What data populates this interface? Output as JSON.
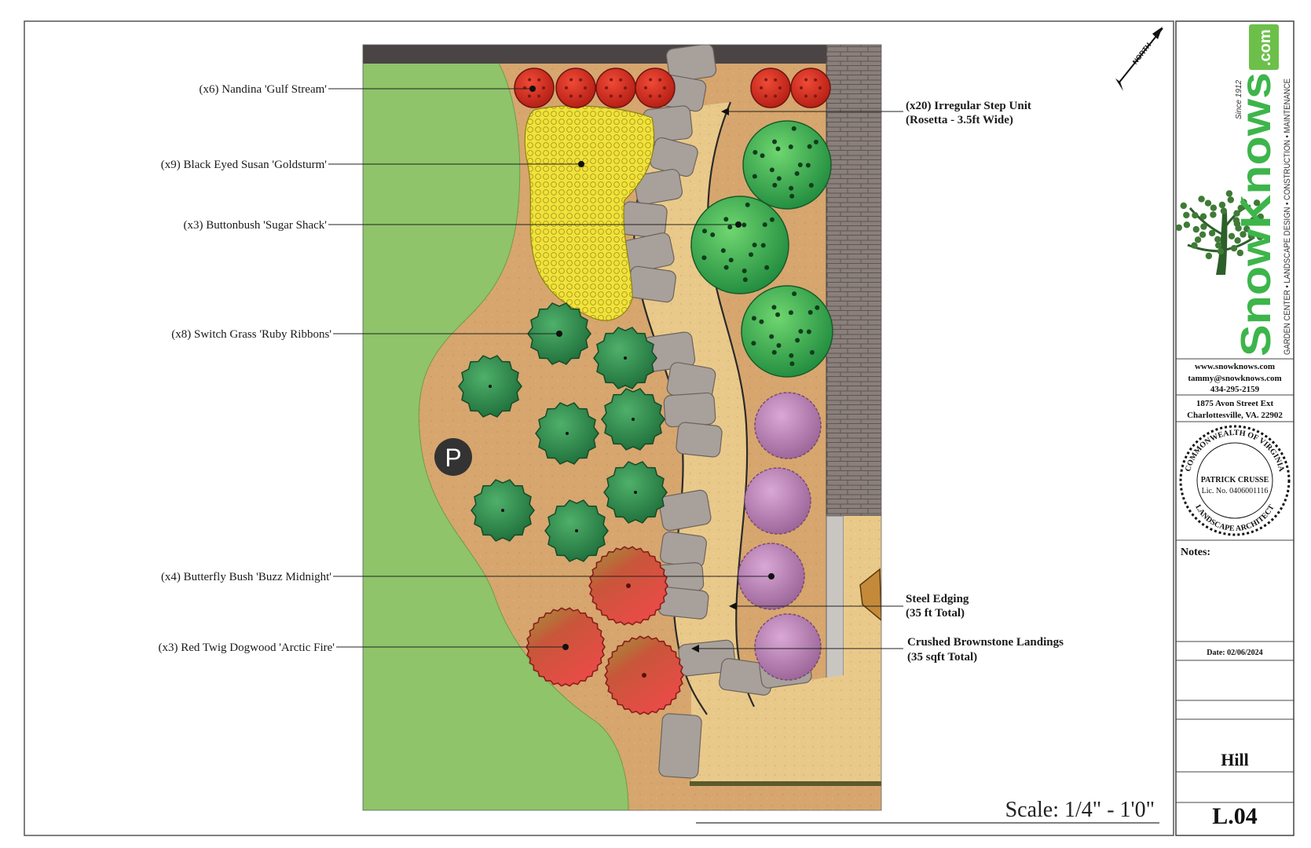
{
  "plan": {
    "north_label": "NORTH",
    "parking_symbol": "P",
    "scale": "Scale: 1/4\" - 1'0\"",
    "callouts_left": [
      {
        "text": "(x6) Nandina 'Gulf Stream'"
      },
      {
        "text": "(x9) Black Eyed Susan 'Goldsturm'"
      },
      {
        "text": "(x3) Buttonbush 'Sugar Shack'"
      },
      {
        "text": "(x8) Switch Grass 'Ruby Ribbons'"
      },
      {
        "text": "(x4) Butterfly Bush 'Buzz Midnight'"
      },
      {
        "text": "(x3) Red Twig Dogwood 'Arctic Fire'"
      }
    ],
    "callouts_right": [
      {
        "line1": "(x20) Irregular Step Unit",
        "line2": "(Rosetta - 3.5ft Wide)"
      },
      {
        "line1": "Steel Edging",
        "line2": "(35 ft Total)"
      },
      {
        "line1": "Crushed Brownstone Landings",
        "line2": "(35 sqft Total)"
      }
    ],
    "colors": {
      "lawn": "#8fc46a",
      "mulch": "#d6a66e",
      "gravel": "#e7c886",
      "stone": "#a8a09a",
      "roof": "#6e6460",
      "nandina": "#d8261f",
      "black_eyed_susan": "#f2e23a",
      "evergreen": "#2fa84a",
      "switch_grass": "#2e8f4c",
      "butterfly_bush": "#c58fc0",
      "dogwood": "#e0443c"
    }
  },
  "titleblock": {
    "logo_word": "SnowKnows",
    "logo_tld": ".com",
    "since": "Since 1912",
    "services": "GARDEN CENTER • LANDSCAPE DESIGN • CONSTRUCTION • MAINTENANCE",
    "website": "www.snowknows.com",
    "email": "tammy@snowknows.com",
    "phone": "434-295-2159",
    "address1": "1875 Avon Street Ext",
    "address2": "Charlottesville, VA. 22902",
    "seal_top": "COMMONWEALTH OF VIRGINIA",
    "seal_name": "PATRICK CRUSSE",
    "seal_lic": "Lic. No. 0406001116",
    "seal_bottom": "LANDSCAPE ARCHITECT",
    "notes_label": "Notes:",
    "date": "Date: 02/06/2024",
    "project": "Hill",
    "sheet_no": "L.04"
  }
}
